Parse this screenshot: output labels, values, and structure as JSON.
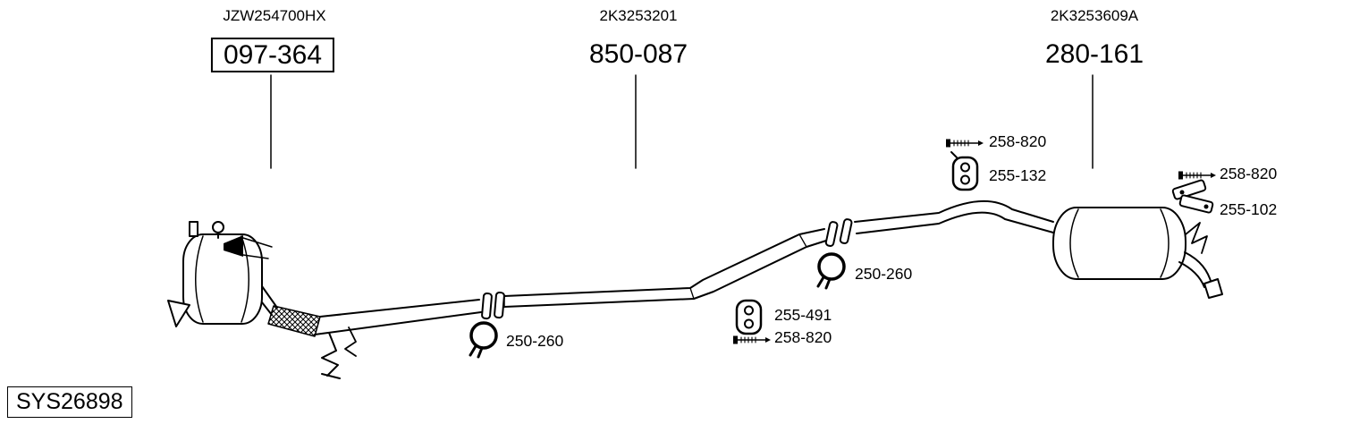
{
  "assemblies": [
    {
      "ref_code": "JZW254700HX",
      "part_number": "097-364"
    },
    {
      "ref_code": "2K3253201",
      "part_number": "850-087"
    },
    {
      "ref_code": "2K3253609A",
      "part_number": "280-161"
    }
  ],
  "callouts": [
    {
      "part_number": "258-820",
      "icon": "bolt-icon"
    },
    {
      "part_number": "255-132",
      "icon": "hanger-icon"
    },
    {
      "part_number": "258-820",
      "icon": "bolt-icon"
    },
    {
      "part_number": "255-102",
      "icon": "bracket-icon"
    },
    {
      "part_number": "250-260",
      "icon": "clamp-icon"
    },
    {
      "part_number": "255-491",
      "icon": "hanger-icon"
    },
    {
      "part_number": "258-820",
      "icon": "bolt-icon"
    },
    {
      "part_number": "250-260",
      "icon": "clamp-icon"
    }
  ],
  "system_code": "SYS26898",
  "colors": {
    "line": "#000000",
    "background": "#ffffff"
  }
}
